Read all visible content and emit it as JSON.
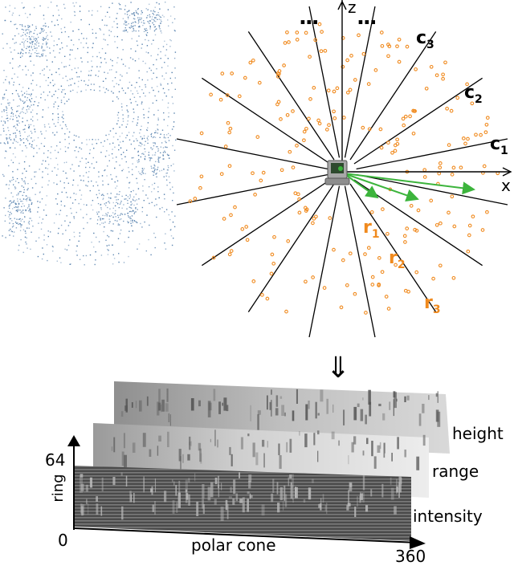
{
  "top_panel": {
    "axis_z": "z",
    "axis_x": "x",
    "ellipsis_left": "...",
    "ellipsis_right": "...",
    "cones": [
      {
        "main": "c",
        "sub": "3"
      },
      {
        "main": "c",
        "sub": "2"
      },
      {
        "main": "c",
        "sub": "1"
      }
    ],
    "rings": [
      {
        "main": "r",
        "sub": "1"
      },
      {
        "main": "r",
        "sub": "2"
      },
      {
        "main": "r",
        "sub": "3"
      }
    ],
    "colors": {
      "points": "#f08a1e",
      "rays": "#3cb43c",
      "lines": "#000000",
      "lidar_scan": "#4a78a8"
    },
    "icons": [
      "lidar-point-cloud",
      "lidar-sensor-icon"
    ]
  },
  "arrow_glyph": "⇓",
  "bottom_panel": {
    "channels": [
      "height",
      "range",
      "intensity"
    ],
    "y_axis_label": "ring",
    "y_max": "64",
    "y_min": "0",
    "x_axis_label": "polar cone",
    "x_max": "360"
  }
}
